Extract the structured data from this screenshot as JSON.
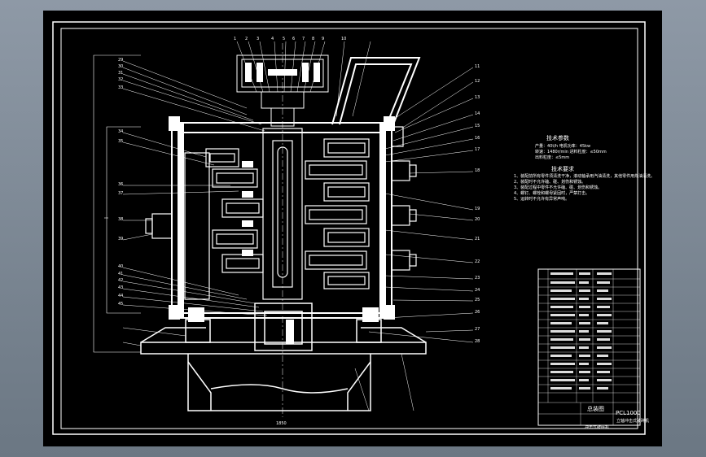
{
  "window": {
    "title": "",
    "background_color": "#7d8894",
    "canvas_color": "#000000",
    "line_color": "#ffffff"
  },
  "drawing": {
    "tech_params": {
      "title": "技术参数",
      "lines": [
        "产量：40t/h      电机功率：45kw",
        "转速：1480r/min    进料粒度：≤50mm",
        "出料粒度：≤5mm"
      ]
    },
    "tech_requirements": {
      "title": "技术要求",
      "lines": [
        "1、装配前所有零件须清洗干净，滚动轴承用汽油清洗，其他零件用煤油清洗。",
        "2、装配时不允许磕、碰、划伤和锈蚀。",
        "3、装配过程中零件不允许磕、碰、划伤和锈蚀。",
        "4、螺钉、螺栓和螺母紧固时，严禁打击。",
        "5、运转时不允许有异常声响。"
      ]
    },
    "title_block": {
      "name": "总装图",
      "code": "PCL1000",
      "sub": "冲击式破碎机",
      "sub2": "立轴冲击式破碎机"
    },
    "dimension": "1850",
    "leader_labels_top": [
      "1",
      "2",
      "3",
      "4",
      "5",
      "6",
      "7",
      "8",
      "9",
      "10"
    ],
    "leader_labels_left": [
      "29",
      "30",
      "31",
      "32",
      "33",
      "34",
      "35",
      "36",
      "37",
      "38",
      "39",
      "40",
      "41",
      "42",
      "43",
      "44",
      "45"
    ],
    "leader_labels_right": [
      "11",
      "12",
      "13",
      "14",
      "15",
      "16",
      "17",
      "18",
      "19",
      "20",
      "21",
      "22",
      "23",
      "24",
      "25",
      "26",
      "27",
      "28"
    ]
  }
}
